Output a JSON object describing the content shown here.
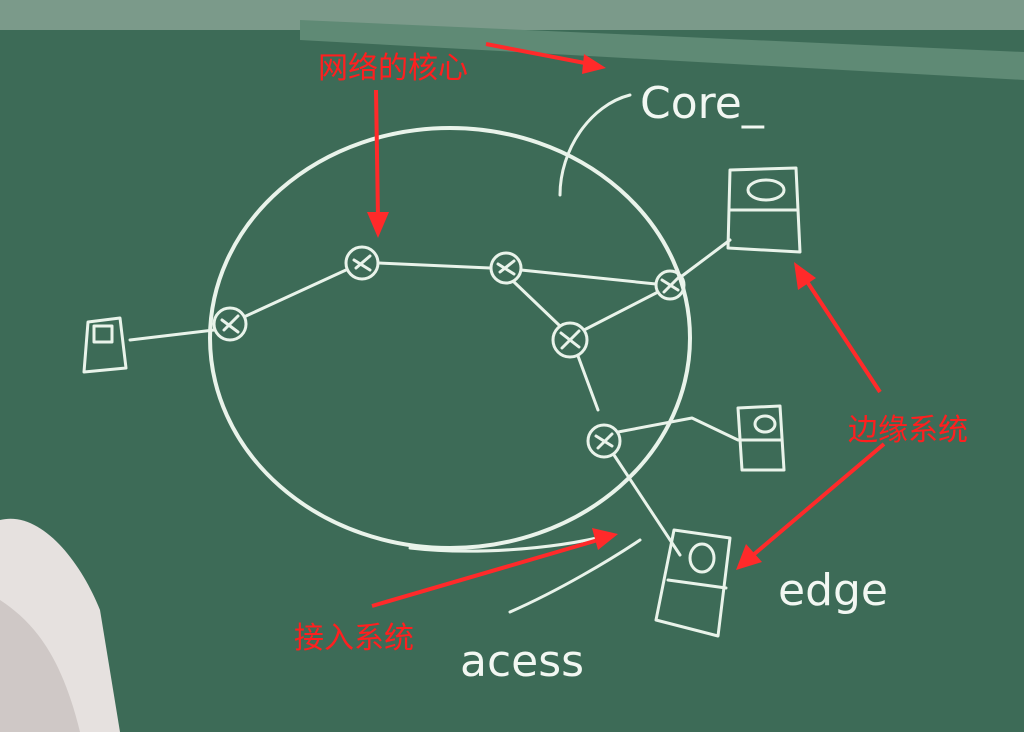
{
  "labels": {
    "core_annotation": "网络的核心",
    "edge_annotation": "边缘系统",
    "access_annotation": "接入系统"
  },
  "chalk_words": {
    "core": "Core_",
    "edge": "edge",
    "access": "acess"
  },
  "colors": {
    "board": "#3d6b57",
    "chalk": "#e9f3ea",
    "annotation": "#ff1f1f"
  }
}
